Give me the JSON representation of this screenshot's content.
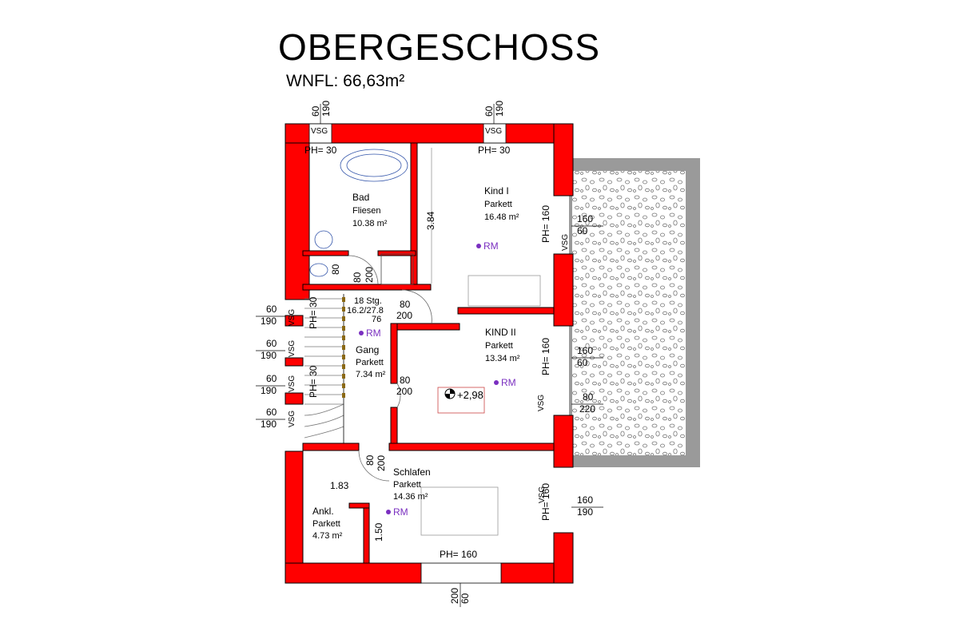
{
  "header": {
    "title": "OBERGESCHOSS",
    "area": "WNFL: 66,63m²"
  },
  "rooms": [
    {
      "name": "Bad",
      "floor": "Fliesen",
      "area": "10.38 m²"
    },
    {
      "name": "Kind I",
      "floor": "Parkett",
      "area": "16.48 m²"
    },
    {
      "name": "KIND II",
      "floor": "Parkett",
      "area": "13.34 m²"
    },
    {
      "name": "Gang",
      "floor": "Parkett",
      "area": "7.34 m²"
    },
    {
      "name": "Schlafen",
      "floor": "Parkett",
      "area": "14.36 m²"
    },
    {
      "name": "Ankl.",
      "floor": "Parkett",
      "area": "4.73 m²"
    }
  ],
  "stairs": {
    "count": "18 Stg.",
    "ratio": "16.2/27.8",
    "width": "76"
  },
  "markers": {
    "rm": "RM",
    "vsg": "VSG",
    "level": "+2,98"
  },
  "sill_heights": {
    "ph30": "PH= 30",
    "ph160": "PH= 160"
  },
  "dimensions": {
    "d60": "60",
    "d190": "190",
    "d160": "160",
    "d80": "80",
    "d200": "200",
    "d220": "220",
    "len_384": "3.84",
    "len_183": "1.83",
    "len_150": "1.50"
  },
  "colors": {
    "wall": "#ff0000",
    "terrace_border": "#9a9a9a",
    "rm_marker": "#7a2fc0"
  }
}
